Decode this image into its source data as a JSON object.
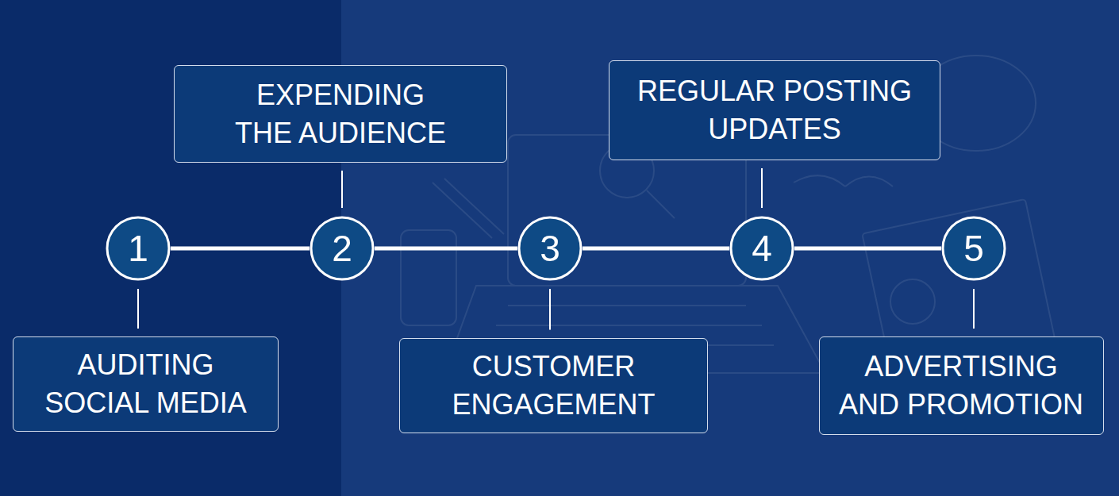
{
  "diagram": {
    "nodes": [
      {
        "text": [
          "1"
        ]
      },
      {
        "text": [
          "AUDITING SOCIAL MEDIA"
        ]
      },
      {
        "text": [
          "2"
        ]
      },
      {
        "text": [
          "EXPENDING THE AUDIENCE"
        ]
      },
      {
        "text": [
          "3"
        ]
      },
      {
        "text": [
          "CUSTOMER ENGAGEMENT"
        ]
      },
      {
        "text": [
          "4"
        ]
      },
      {
        "text": [
          "REGULAR POSTING UPDATES"
        ]
      },
      {
        "text": [
          "5"
        ]
      },
      {
        "text": [
          "ADVERTISING AND PROMOTION"
        ]
      }
    ],
    "edges": [
      {
        "from": 0,
        "to": 2,
        "arrow": "none"
      },
      {
        "from": 2,
        "to": 4,
        "arrow": "none"
      },
      {
        "from": 4,
        "to": 6,
        "arrow": "none"
      },
      {
        "from": 6,
        "to": 8,
        "arrow": "none"
      },
      {
        "from": 0,
        "to": 1,
        "arrow": "none"
      },
      {
        "from": 2,
        "to": 3,
        "arrow": "none"
      },
      {
        "from": 4,
        "to": 5,
        "arrow": "none"
      },
      {
        "from": 6,
        "to": 7,
        "arrow": "none"
      },
      {
        "from": 8,
        "to": 9,
        "arrow": "none"
      }
    ]
  }
}
